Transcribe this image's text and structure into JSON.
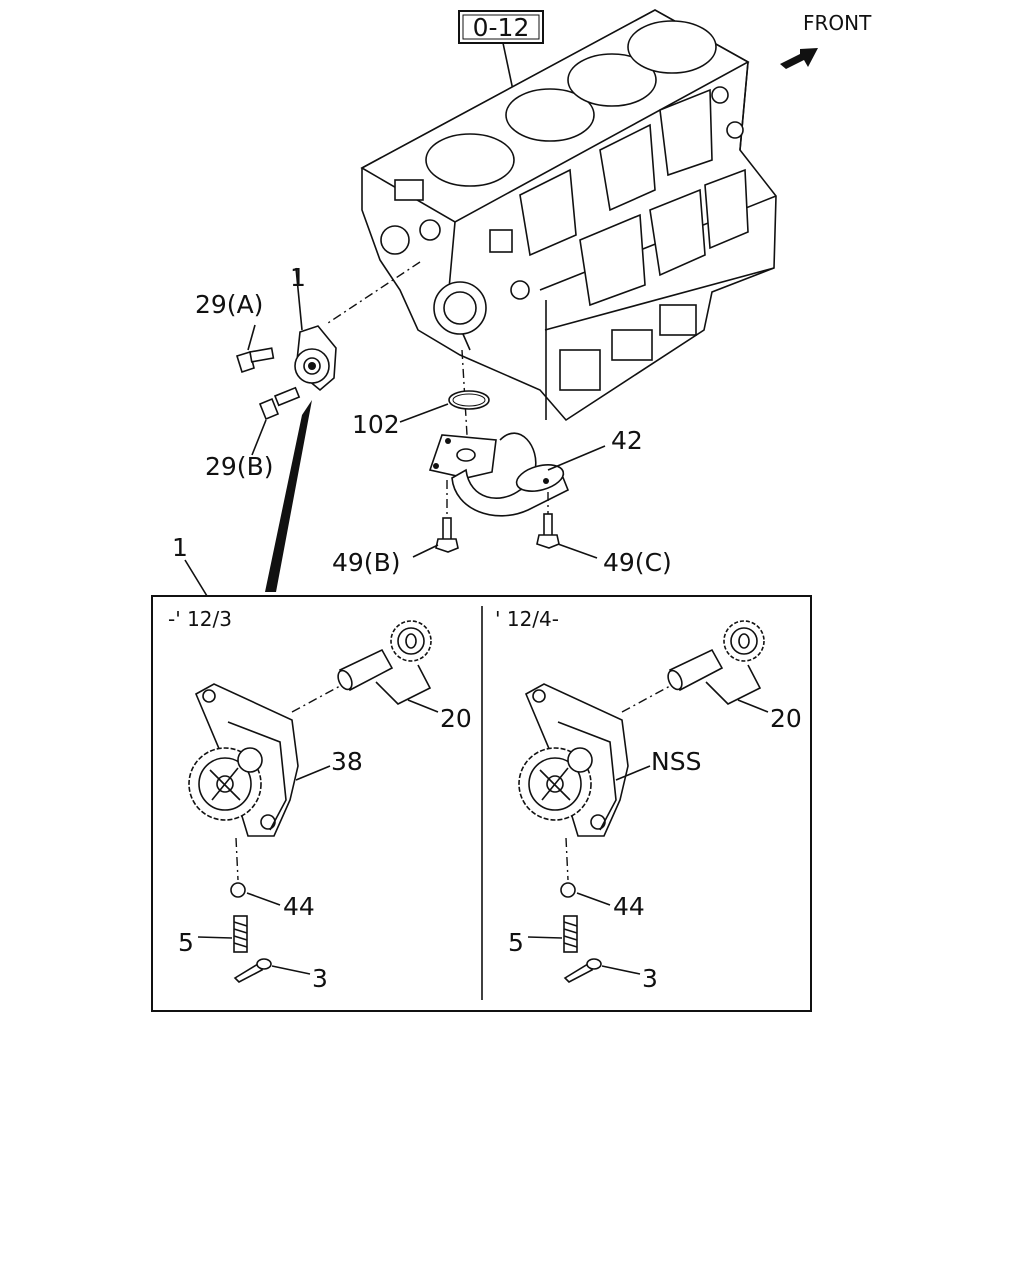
{
  "diagram": {
    "ref_label": "0-12",
    "front_label": "FRONT",
    "callouts": {
      "top_pump": "1",
      "bolt_a": "29(A)",
      "bolt_b": "29(B)",
      "o_ring": "102",
      "strainer": "42",
      "bolt_49b": "49(B)",
      "bolt_49c": "49(C)",
      "box_ref": "1"
    },
    "panels": [
      {
        "period": "-' 12/3",
        "shaft_gear": "20",
        "pump_body": "38",
        "ball": "44",
        "spring": "5",
        "pin": "3"
      },
      {
        "period": "' 12/4-",
        "shaft_gear": "20",
        "pump_body": "NSS",
        "ball": "44",
        "spring": "5",
        "pin": "3"
      }
    ]
  }
}
